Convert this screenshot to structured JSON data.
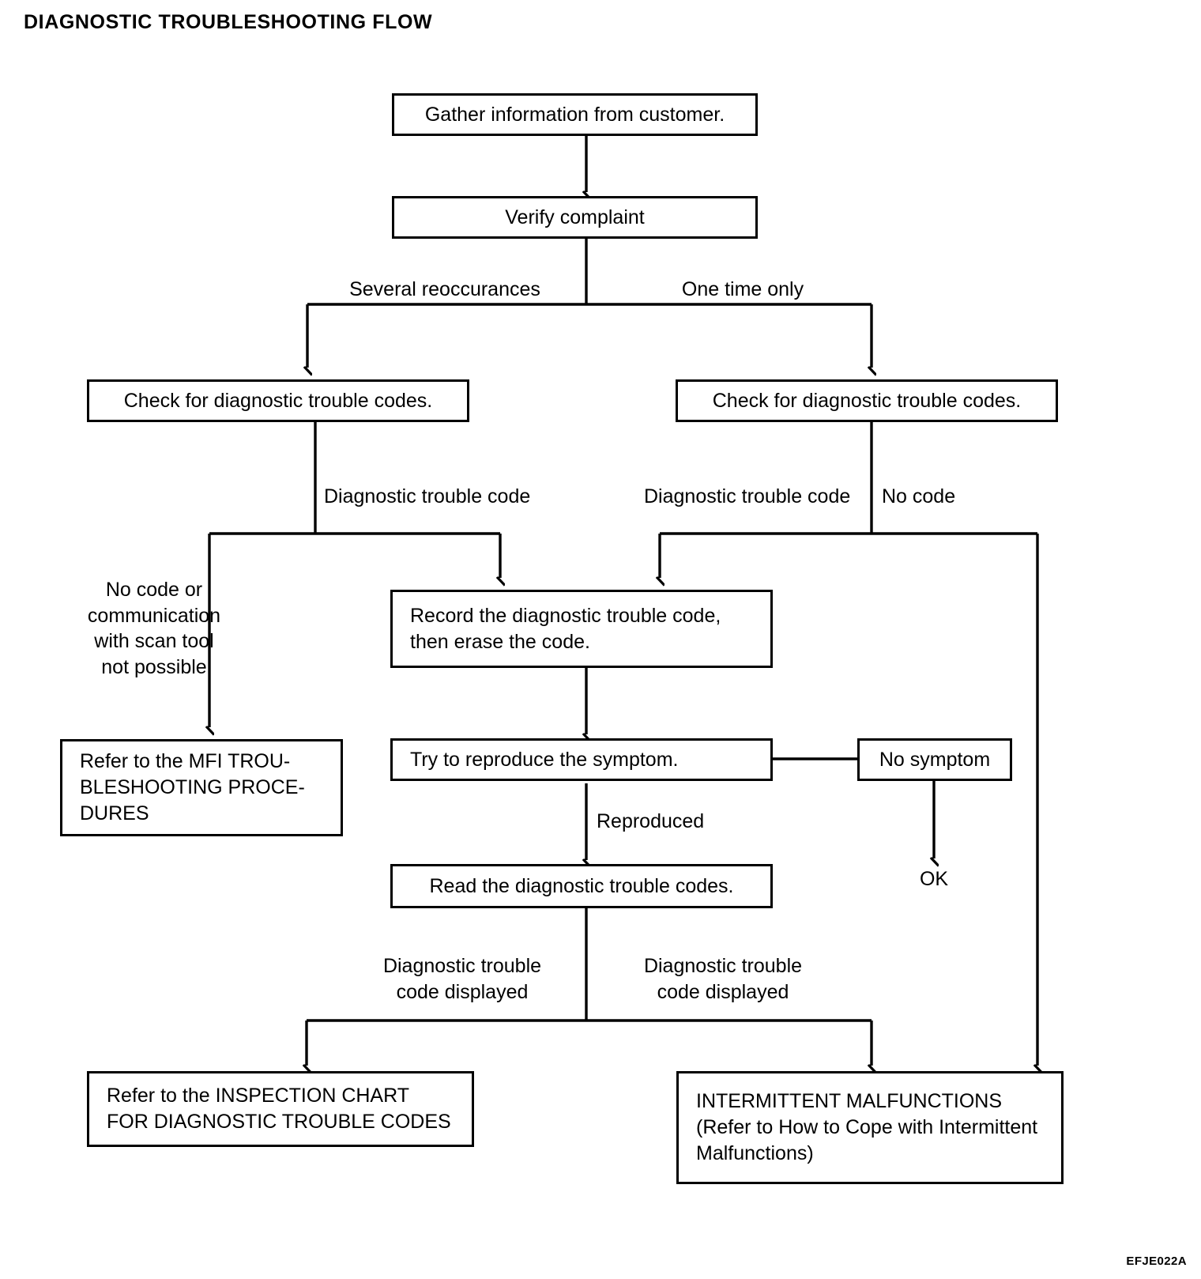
{
  "page": {
    "title": "DIAGNOSTIC TROUBLESHOOTING FLOW",
    "figure_code": "EFJE022A",
    "background_color": "#ffffff",
    "line_color": "#000000"
  },
  "diagram": {
    "type": "flowchart",
    "nodes": [
      {
        "id": "gather",
        "label": "Gather information from customer."
      },
      {
        "id": "verify",
        "label": "Verify complaint"
      },
      {
        "id": "check-left",
        "label": "Check for diagnostic trouble codes."
      },
      {
        "id": "check-right",
        "label": "Check for diagnostic trouble codes."
      },
      {
        "id": "record-erase",
        "label": "Record the diagnostic trouble code,\nthen erase the code."
      },
      {
        "id": "mfi-procedures",
        "label": "Refer to the MFI TROU-\nBLESHOOTING PROCE-\nDURES"
      },
      {
        "id": "reproduce",
        "label": "Try to reproduce the symptom."
      },
      {
        "id": "no-symptom",
        "label": "No symptom"
      },
      {
        "id": "read-codes",
        "label": "Read the diagnostic trouble codes."
      },
      {
        "id": "inspection-chart",
        "label": "Refer to the INSPECTION CHART\nFOR DIAGNOSTIC TROUBLE CODES"
      },
      {
        "id": "intermittent",
        "label": "INTERMITTENT MALFUNCTIONS\n(Refer to How to Cope with Intermittent\nMalfunctions)"
      }
    ],
    "edge_labels": [
      {
        "id": "several-reoccurances",
        "label": "Several reoccurances"
      },
      {
        "id": "one-time-only",
        "label": "One time only"
      },
      {
        "id": "dtc-left",
        "label": "Diagnostic trouble code"
      },
      {
        "id": "dtc-right",
        "label": "Diagnostic trouble code"
      },
      {
        "id": "no-code",
        "label": "No code"
      },
      {
        "id": "no-code-or-comm",
        "label": "No code or\ncommunication\nwith scan tool\nnot possible"
      },
      {
        "id": "reproduced",
        "label": "Reproduced"
      },
      {
        "id": "ok",
        "label": "OK"
      },
      {
        "id": "dtc-displayed-left",
        "label": "Diagnostic trouble\ncode displayed"
      },
      {
        "id": "dtc-displayed-right",
        "label": "Diagnostic trouble\ncode displayed"
      }
    ]
  }
}
